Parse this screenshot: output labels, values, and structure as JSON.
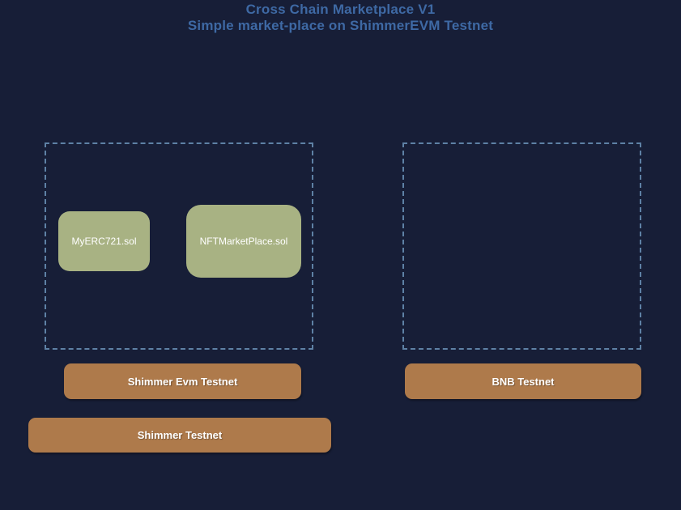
{
  "page": {
    "title": "Cross Chain Marketplace V1",
    "subtitle": "Simple market-place on ShimmerEVM Testnet"
  },
  "diagram": {
    "shimmer_evm_group": {
      "contracts": [
        {
          "label": "MyERC721.sol"
        },
        {
          "label": "NFTMarketPlace.sol"
        }
      ],
      "network_label": "Shimmer Evm Testnet"
    },
    "bnb_group": {
      "contracts": [],
      "network_label": "BNB Testnet"
    },
    "l1": {
      "network_label": "Shimmer Testnet"
    }
  },
  "colors": {
    "background": "#171E37",
    "heading_text": "#3E69A4",
    "container_dashed_border": "#5E81A5",
    "contract_node_fill": "#A8B283",
    "network_button_fill": "#AE7A4B",
    "node_text": "#FFFFFF"
  }
}
